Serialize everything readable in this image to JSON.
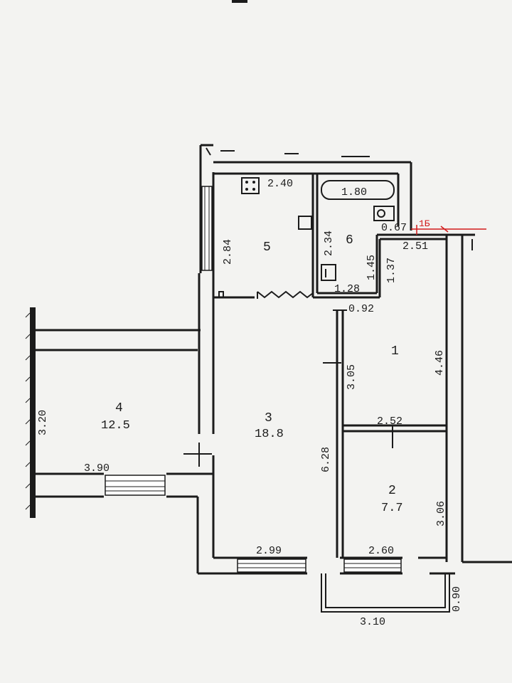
{
  "plan": {
    "rooms": [
      {
        "number": "1",
        "area": ""
      },
      {
        "number": "2",
        "area": "7.7"
      },
      {
        "number": "3",
        "area": "18.8"
      },
      {
        "number": "4",
        "area": "12.5"
      },
      {
        "number": "5",
        "area": ""
      },
      {
        "number": "6",
        "area": ""
      }
    ],
    "dimensions": {
      "kitchen_width": "2.40",
      "kitchen_depth": "2.84",
      "bath_width": "1.80",
      "bath_depth": "2.34",
      "corridor_a": "1.45",
      "corridor_b": "1.37",
      "bath_bottom": "1.28",
      "door_gap": "0.92",
      "vestibule_small": "0.67",
      "vestibule_width": "2.51",
      "room1_height": "3.05",
      "room1_right": "4.46",
      "room2_top": "2.52",
      "room2_bottom": "2.60",
      "room2_right": "3.06",
      "room3_height": "6.28",
      "room3_bottom": "2.99",
      "room4_height": "3.20",
      "room4_width": "3.90",
      "balcony_width": "3.10",
      "balcony_depth": "0.90"
    },
    "red_marker": "1Б"
  }
}
